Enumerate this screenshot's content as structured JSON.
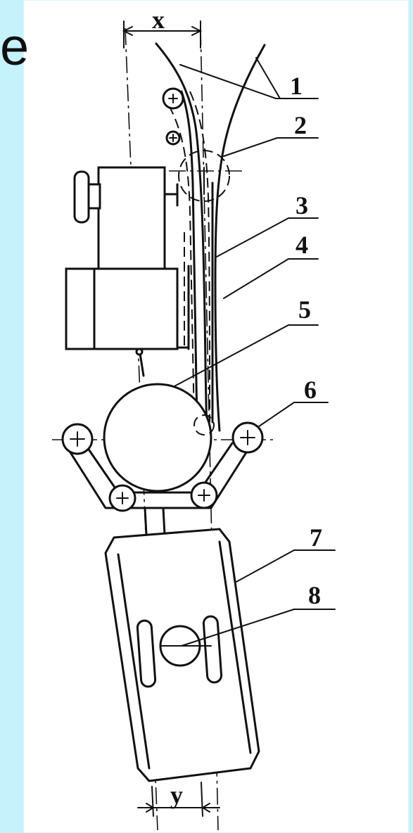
{
  "corner_glyph": "e",
  "dimensions": {
    "top": "x",
    "bottom": "y"
  },
  "callouts": [
    "1",
    "2",
    "3",
    "4",
    "5",
    "6",
    "7",
    "8"
  ]
}
